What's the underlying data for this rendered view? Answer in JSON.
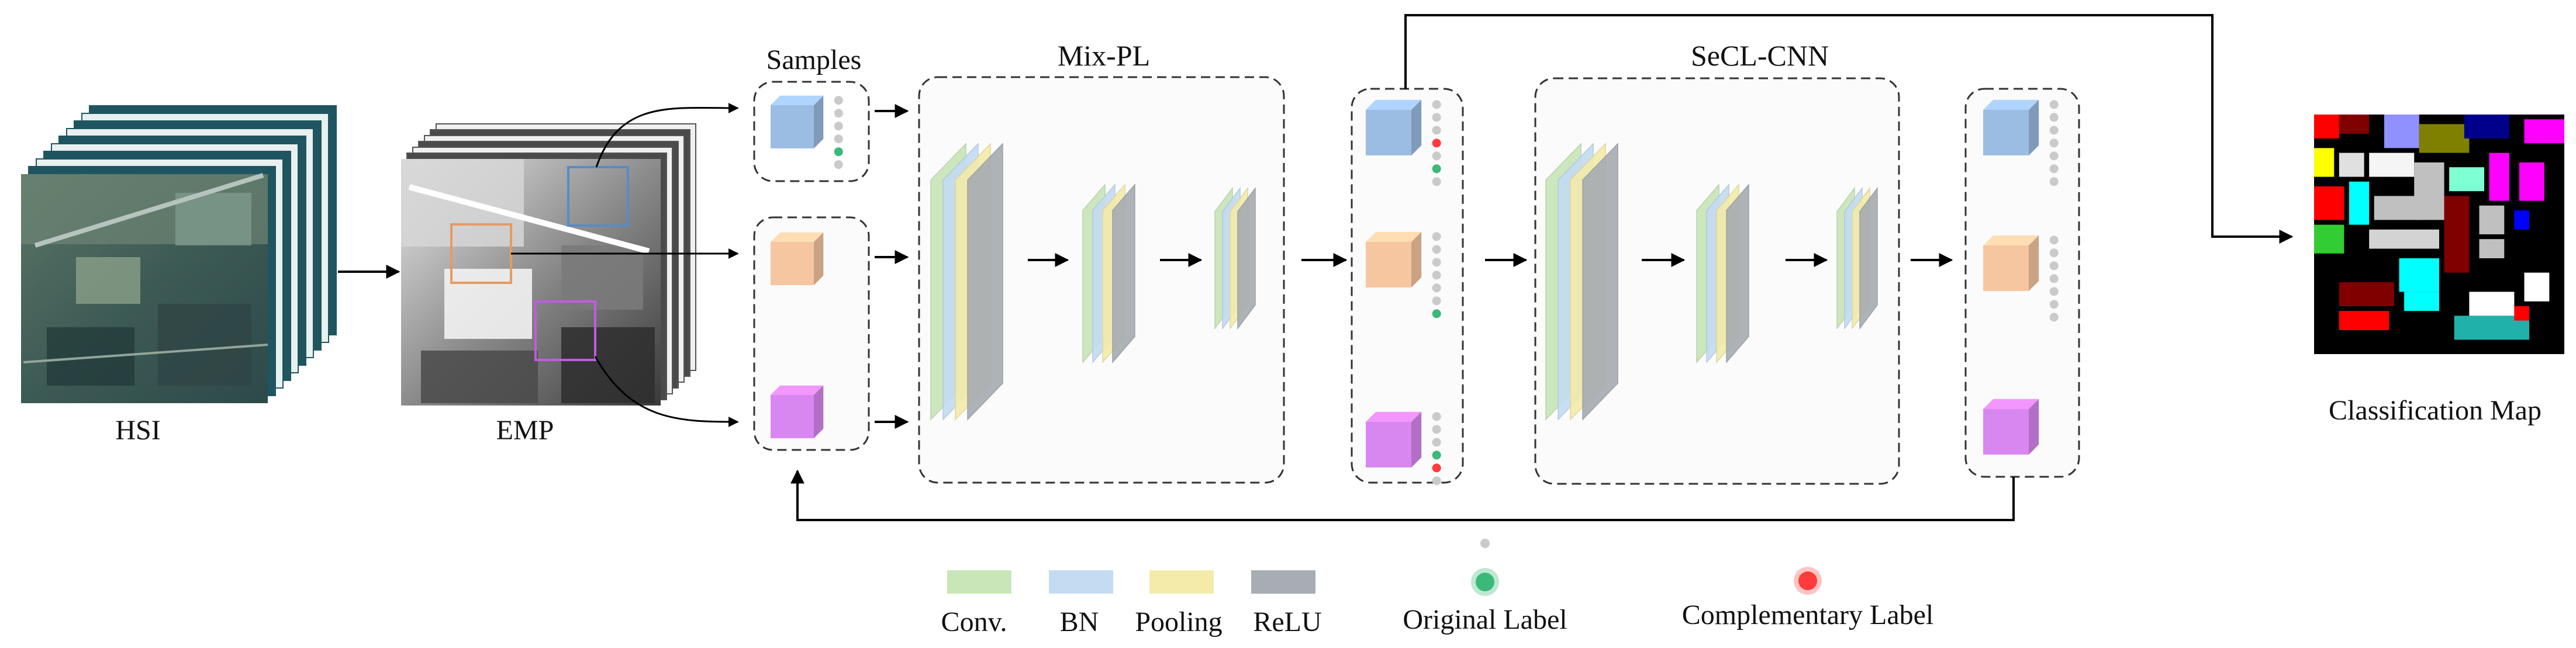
{
  "labels": {
    "samples": "Samples",
    "mix_pl": "Mix-PL",
    "secl_cnn": "SeCL-CNN",
    "hsi": "HSI",
    "emp": "EMP",
    "classification_map": "Classification Map"
  },
  "legend": {
    "conv": "Conv.",
    "bn": "BN",
    "pooling": "Pooling",
    "relu": "ReLU",
    "original_label": "Original Label",
    "complementary_label": "Complementary Label"
  },
  "colors": {
    "conv": "#c9e6b8",
    "bn": "#c4dcf2",
    "pooling": "#f4ebaa",
    "relu": "#a7adb2",
    "sample_blue": "#9cbde3",
    "sample_orange": "#f6c6a1",
    "sample_purple": "#d987f0",
    "original_label": "#3cb878",
    "complementary_label": "#ff3b3b",
    "neutral_label": "#c8cacc",
    "box_blue": "#5b8ac4",
    "box_orange": "#e89a62",
    "box_purple": "#c25be0"
  }
}
